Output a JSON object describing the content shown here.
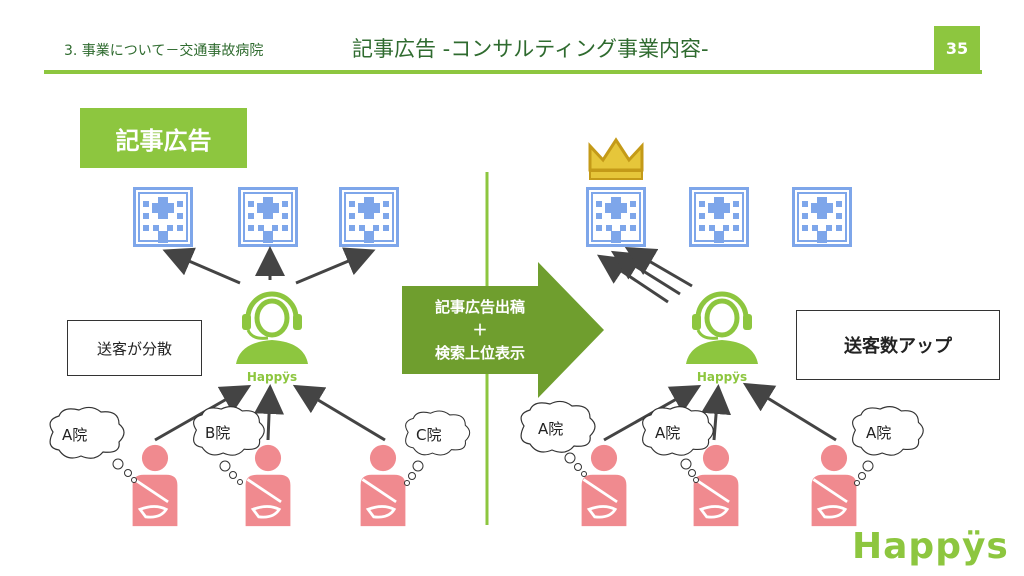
{
  "header": {
    "section_title": "3. 事業について－交通事故病院",
    "main_title": "記事広告 -コンサルティング事業内容-",
    "page_number": "35"
  },
  "left_panel": {
    "label": "記事広告",
    "note": "送客が分散",
    "operator_brand": "Happÿs",
    "bubbles": [
      "A院",
      "B院",
      "C院"
    ]
  },
  "transition_arrow": {
    "line1": "記事広告出稿",
    "line2": "＋",
    "line3": "検索上位表示"
  },
  "right_panel": {
    "note": "送客数アップ",
    "operator_brand": "Happÿs",
    "bubbles": [
      "A院",
      "A院",
      "A院"
    ]
  },
  "footer": {
    "logo_text": "Happÿs"
  },
  "colors": {
    "accent_green": "#8dc63f",
    "arrow_green": "#6f9e2e",
    "hospital_blue": "#7ea6ea",
    "patient_pink": "#f08a8f",
    "crown_gold": "#d4b020"
  },
  "icons": [
    "hospital-icon",
    "operator-headset-icon",
    "patient-icon",
    "crown-icon",
    "thought-bubble-icon",
    "arrow-icon"
  ]
}
